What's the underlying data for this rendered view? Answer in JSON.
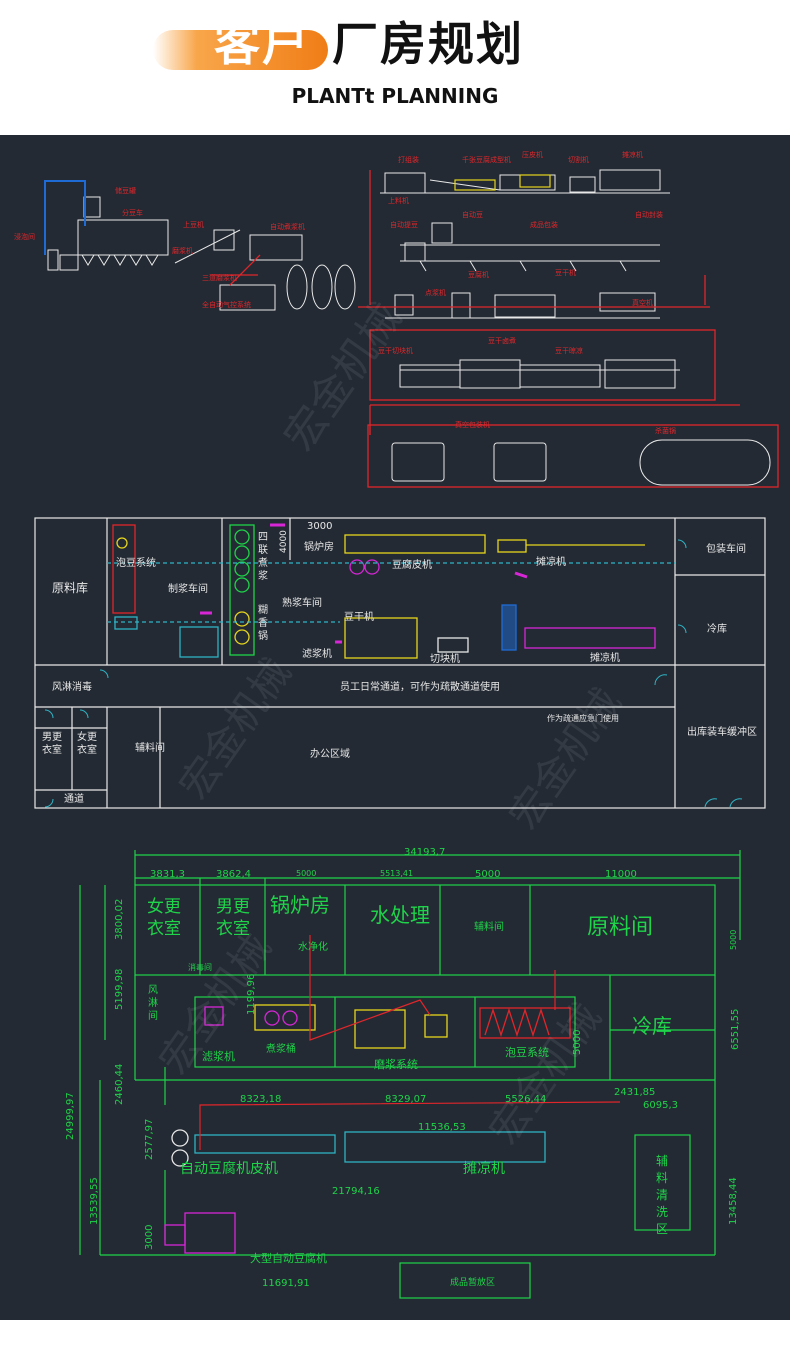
{
  "header": {
    "title_orange": "客户",
    "title_black": "厂房规划",
    "subtitle": "PLANTt PLANNING"
  },
  "colors": {
    "background": "#232a33",
    "accent_orange": "#f07d16",
    "cad_red": "#e0262b",
    "cad_white": "#e8e8e8",
    "cad_green": "#1fd34a",
    "cad_yellow": "#e6d51e",
    "cad_magenta": "#d626d6",
    "cad_cyan": "#2fb3c4"
  },
  "panel1": {
    "labels": [
      "储豆罐",
      "分豆车",
      "上豆机",
      "浸泡间",
      "打组装",
      "千张豆腐成型机",
      "压皮机",
      "切割机",
      "摊凉机",
      "上料机",
      "自动煮浆机",
      "三道磨浆机",
      "磨浆机",
      "全自动气控系统",
      "自动提豆",
      "自动豆",
      "成品包装",
      "自动封装",
      "真空机",
      "点浆机",
      "豆腐机",
      "豆干机",
      "豆干切块机",
      "豆干卤煮",
      "豆干晾凉",
      "真空包装机",
      "杀菌锅"
    ]
  },
  "panel2": {
    "rooms": {
      "raw_material": "原料库",
      "soaking": "泡豆系统",
      "pulping": "制浆车间",
      "four_cooker": "四联煮浆",
      "boiler": "锅炉房",
      "dim_3000": "3000",
      "dim_4000": "4000",
      "tofu_skin": "豆腐皮机",
      "cooling1": "摊凉机",
      "packaging": "包装车间",
      "cooked_pulp": "熟浆车间",
      "pot": "糊香锅",
      "dried_tofu": "豆干机",
      "cold_storage": "冷库",
      "filter": "滤浆机",
      "cutter": "切块机",
      "cooling2": "摊凉机",
      "shower": "风淋消毒",
      "corridor": "员工日常通道，可作为疏散通道使用",
      "emergency": "作为疏通应急门使用",
      "male_locker": "男更衣室",
      "female_locker": "女更衣室",
      "aux": "辅料间",
      "office": "办公区域",
      "passage": "通道",
      "shipping": "出库装车缓冲区"
    }
  },
  "panel3": {
    "dims": {
      "total_width": "34193,7",
      "d1": "3831,3",
      "d2": "3862,4",
      "d3": "5000",
      "d4": "5513,41",
      "d5": "5000",
      "d6": "11000",
      "v1": "3800,02",
      "v2": "5199,98",
      "v3": "24999,97",
      "v4": "2460,44",
      "v5": "2577,97",
      "v6": "13539,55",
      "v7": "3000",
      "v8": "1199,96",
      "v9": "5000",
      "v10": "6551,55",
      "v11": "13458,44",
      "v12": "5000",
      "h1": "8323,18",
      "h2": "8329,07",
      "h3": "5526,44",
      "h4": "2431,85",
      "h5": "6095,3",
      "h6": "11536,53",
      "h7": "21794,16",
      "h8": "11691,91"
    },
    "rooms": {
      "female_locker": "女更衣室",
      "male_locker": "男更衣室",
      "boiler": "锅炉房",
      "water_treat": "水处理",
      "water_purify": "水净化",
      "aux_room": "辅料间",
      "raw_room": "原料间",
      "disinfect": "消毒间",
      "shower": "风淋间",
      "cold_storage": "冷库",
      "filter_machine": "滤浆机",
      "cooker": "煮浆桶",
      "grinding": "磨浆系统",
      "soaking": "泡豆系统",
      "auto_skin": "自动豆腐机皮机",
      "cooling": "摊凉机",
      "large_tofu": "大型自动豆腐机",
      "aux_wash": "辅料清洗区",
      "finished": "成品暂放区"
    }
  },
  "watermark": "宏金机械"
}
